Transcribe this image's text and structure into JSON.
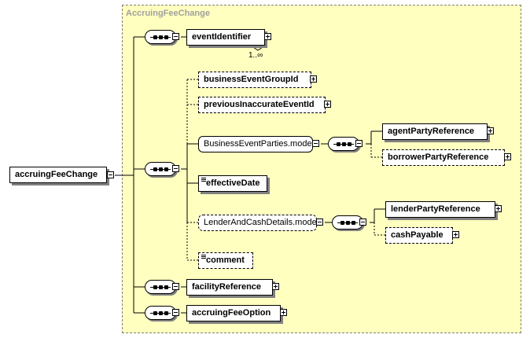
{
  "root": {
    "label": "accruingFeeChange"
  },
  "complex_type": {
    "title": "AccruingFeeChange"
  },
  "elements": {
    "event_identifier": {
      "label": "eventIdentifier",
      "cardinality": "1..∞"
    },
    "business_event_group_id": {
      "label": "businessEventGroupId"
    },
    "previous_inaccurate_event_id": {
      "label": "previousInaccurateEventId"
    },
    "business_event_parties_model": {
      "label": "BusinessEventParties.model"
    },
    "agent_party_reference": {
      "label": "agentPartyReference"
    },
    "borrower_party_reference": {
      "label": "borrowerPartyReference"
    },
    "effective_date": {
      "label": "effectiveDate"
    },
    "lender_and_cash_details_model": {
      "label": "LenderAndCashDetails.model"
    },
    "lender_party_reference": {
      "label": "lenderPartyReference"
    },
    "cash_payable": {
      "label": "cashPayable"
    },
    "comment": {
      "label": "comment"
    },
    "facility_reference": {
      "label": "facilityReference"
    },
    "accruing_fee_option": {
      "label": "accruingFeeOption"
    }
  }
}
